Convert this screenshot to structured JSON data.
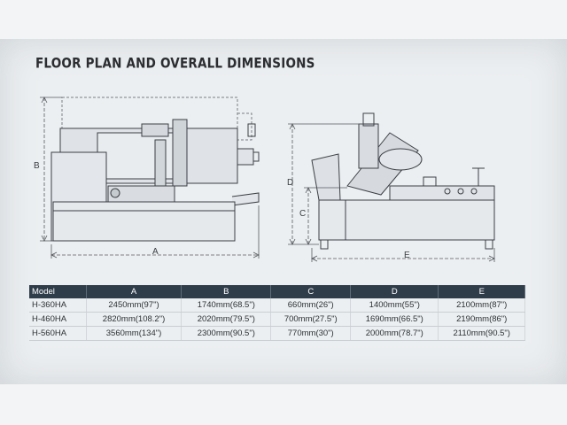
{
  "title": "FLOOR PLAN AND OVERALL DIMENSIONS",
  "drawing_labels": {
    "left_width": "A",
    "left_height": "B",
    "right_height_total": "D",
    "right_height_table": "C",
    "right_width": "E"
  },
  "table": {
    "headers": [
      "Model",
      "A",
      "B",
      "C",
      "D",
      "E"
    ],
    "rows": [
      [
        "H-360HA",
        "2450mm(97\")",
        "1740mm(68.5\")",
        "660mm(26\")",
        "1400mm(55\")",
        "2100mm(87\")"
      ],
      [
        "H-460HA",
        "2820mm(108.2\")",
        "2020mm(79.5\")",
        "700mm(27.5\")",
        "1690mm(66.5\")",
        "2190mm(86\")"
      ],
      [
        "H-560HA",
        "3560mm(134\")",
        "2300mm(90.5\")",
        "770mm(30\")",
        "2000mm(78.7\")",
        "2110mm(90.5\")"
      ]
    ]
  }
}
